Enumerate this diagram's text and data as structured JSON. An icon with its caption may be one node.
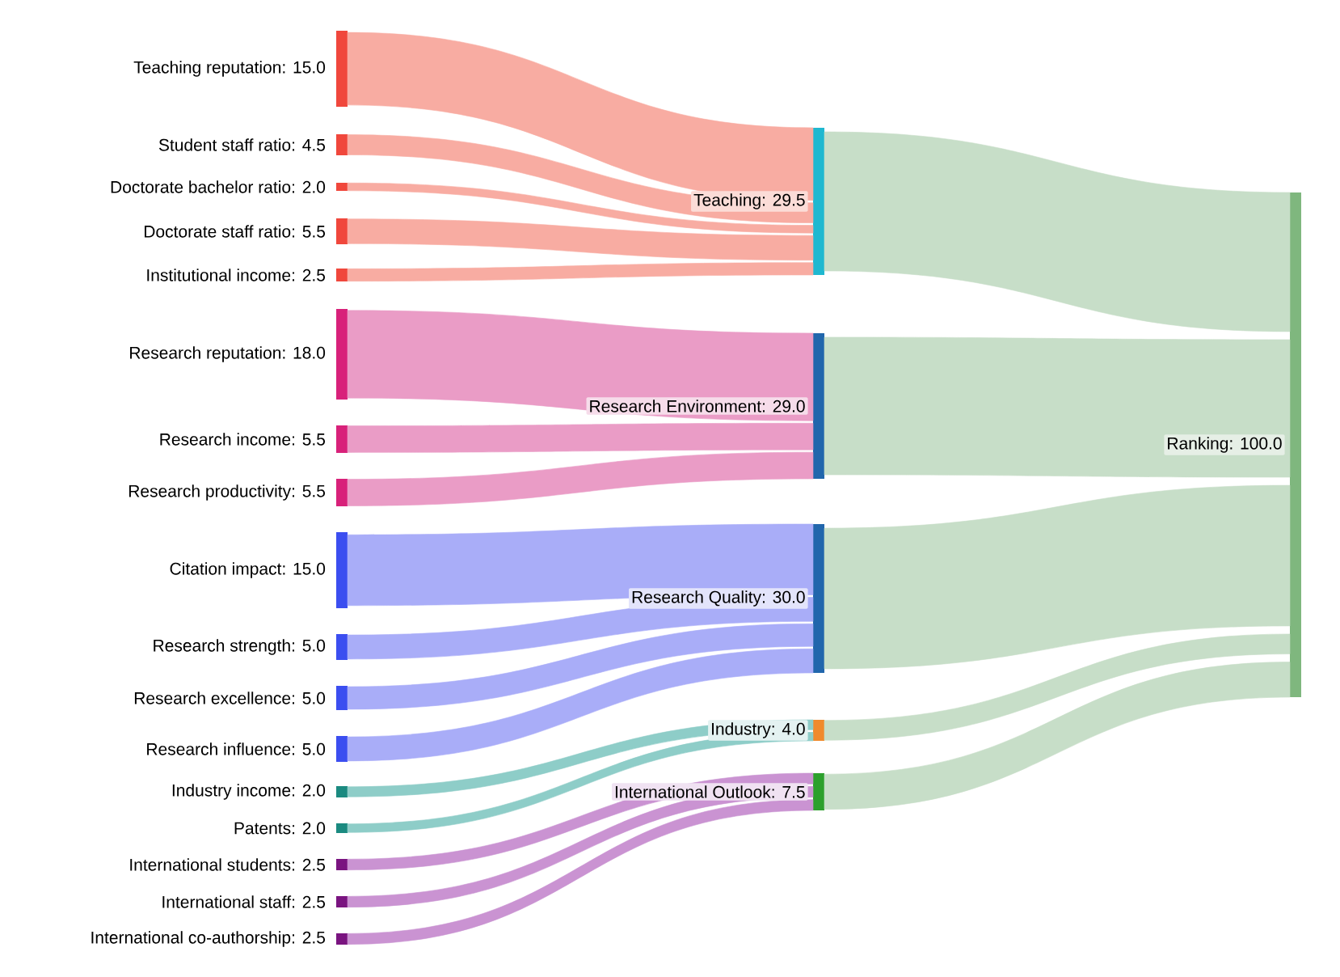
{
  "diagram": {
    "nodes": [
      {
        "text": [
          "Teaching reputation: 15.0"
        ]
      },
      {
        "text": [
          "Student staff ratio: 4.5"
        ]
      },
      {
        "text": [
          "Doctorate bachelor ratio: 2.0"
        ]
      },
      {
        "text": [
          "Doctorate staff ratio: 5.5"
        ]
      },
      {
        "text": [
          "Institutional income: 2.5"
        ]
      },
      {
        "text": [
          "Research reputation: 18.0"
        ]
      },
      {
        "text": [
          "Research income: 5.5"
        ]
      },
      {
        "text": [
          "Research productivity: 5.5"
        ]
      },
      {
        "text": [
          "Citation impact: 15.0"
        ]
      },
      {
        "text": [
          "Research strength: 5.0"
        ]
      },
      {
        "text": [
          "Research excellence: 5.0"
        ]
      },
      {
        "text": [
          "Research influence: 5.0"
        ]
      },
      {
        "text": [
          "Industry income: 2.0"
        ]
      },
      {
        "text": [
          "Patents: 2.0"
        ]
      },
      {
        "text": [
          "International students: 2.5"
        ]
      },
      {
        "text": [
          "International staff: 2.5"
        ]
      },
      {
        "text": [
          "International co-authorship: 2.5"
        ]
      },
      {
        "text": [
          "Teaching: 29.5"
        ]
      },
      {
        "text": [
          "Research Environment: 29.0"
        ]
      },
      {
        "text": [
          "Research Quality: 30.0"
        ]
      },
      {
        "text": [
          "Industry: 4.0"
        ]
      },
      {
        "text": [
          "International Outlook: 7.5"
        ]
      },
      {
        "text": [
          "Ranking: 100.0"
        ]
      }
    ],
    "edges": [
      {
        "from": 0,
        "to": 17,
        "arrow": "none",
        "style": "thick",
        "color": "#f8aca2"
      },
      {
        "from": 1,
        "to": 17,
        "arrow": "none",
        "color": "#f8aca2"
      },
      {
        "from": 2,
        "to": 17,
        "arrow": "none",
        "color": "#f8aca2"
      },
      {
        "from": 3,
        "to": 17,
        "arrow": "none",
        "color": "#f8aca2"
      },
      {
        "from": 4,
        "to": 17,
        "arrow": "none",
        "color": "#f8aca2"
      },
      {
        "from": 5,
        "to": 18,
        "arrow": "none",
        "style": "thick",
        "color": "#ea9cc6"
      },
      {
        "from": 6,
        "to": 18,
        "arrow": "none",
        "color": "#ea9cc6"
      },
      {
        "from": 7,
        "to": 18,
        "arrow": "none",
        "color": "#ea9cc6"
      },
      {
        "from": 8,
        "to": 19,
        "arrow": "none",
        "style": "thick",
        "color": "#a9adf8"
      },
      {
        "from": 9,
        "to": 19,
        "arrow": "none",
        "color": "#a9adf8"
      },
      {
        "from": 10,
        "to": 19,
        "arrow": "none",
        "color": "#a9adf8"
      },
      {
        "from": 11,
        "to": 19,
        "arrow": "none",
        "color": "#a9adf8"
      },
      {
        "from": 12,
        "to": 20,
        "arrow": "none",
        "color": "#8ecdc8"
      },
      {
        "from": 13,
        "to": 20,
        "arrow": "none",
        "color": "#8ecdc8"
      },
      {
        "from": 14,
        "to": 21,
        "arrow": "none",
        "color": "#ca93d2"
      },
      {
        "from": 15,
        "to": 21,
        "arrow": "none",
        "color": "#ca93d2"
      },
      {
        "from": 16,
        "to": 21,
        "arrow": "none",
        "color": "#ca93d2"
      },
      {
        "from": 17,
        "to": 22,
        "arrow": "none",
        "style": "thick",
        "color": "#c7dec8"
      },
      {
        "from": 18,
        "to": 22,
        "arrow": "none",
        "style": "thick",
        "color": "#c7dec8"
      },
      {
        "from": 19,
        "to": 22,
        "arrow": "none",
        "style": "thick",
        "color": "#c7dec8"
      },
      {
        "from": 20,
        "to": 22,
        "arrow": "none",
        "color": "#c7dec8"
      },
      {
        "from": 21,
        "to": 22,
        "arrow": "none",
        "color": "#c7dec8"
      }
    ]
  }
}
